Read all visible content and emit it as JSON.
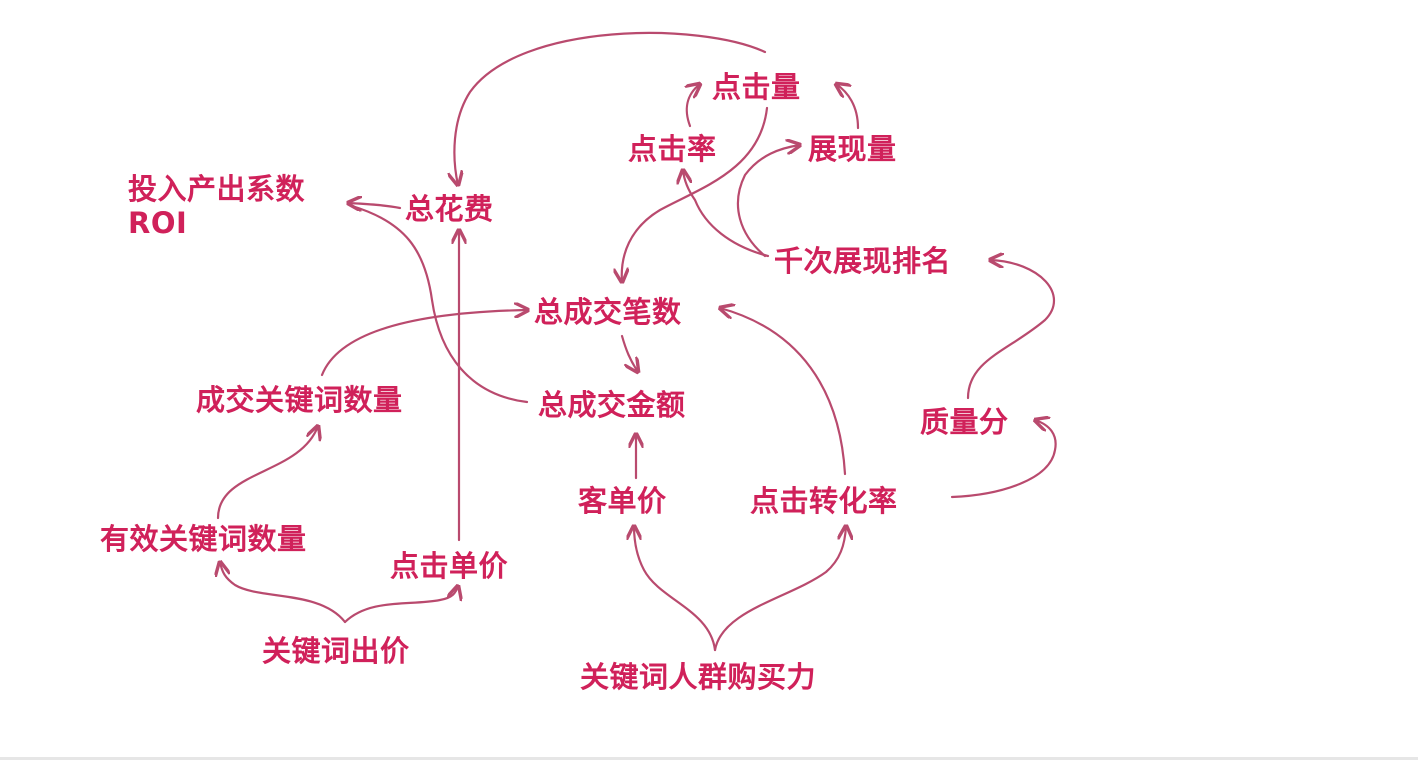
{
  "nodes": {
    "clicks": "点击量",
    "ctr": "点击率",
    "impressions": "展现量",
    "roi_label": "投入产出系数",
    "roi_abbr": "ROI",
    "total_cost": "总花费",
    "cpm_rank": "千次展现排名",
    "total_orders": "总成交笔数",
    "converting_keywords": "成交关键词数量",
    "total_gmv": "总成交金额",
    "quality_score": "质量分",
    "aov": "客单价",
    "cvr": "点击转化率",
    "valid_keywords": "有效关键词数量",
    "cpc": "点击单价",
    "keyword_bid": "关键词出价",
    "purchasing_power": "关键词人群购买力"
  },
  "colors": {
    "text": "#d0215a",
    "arrow": "#b94a6e",
    "background": "#ffffff"
  }
}
